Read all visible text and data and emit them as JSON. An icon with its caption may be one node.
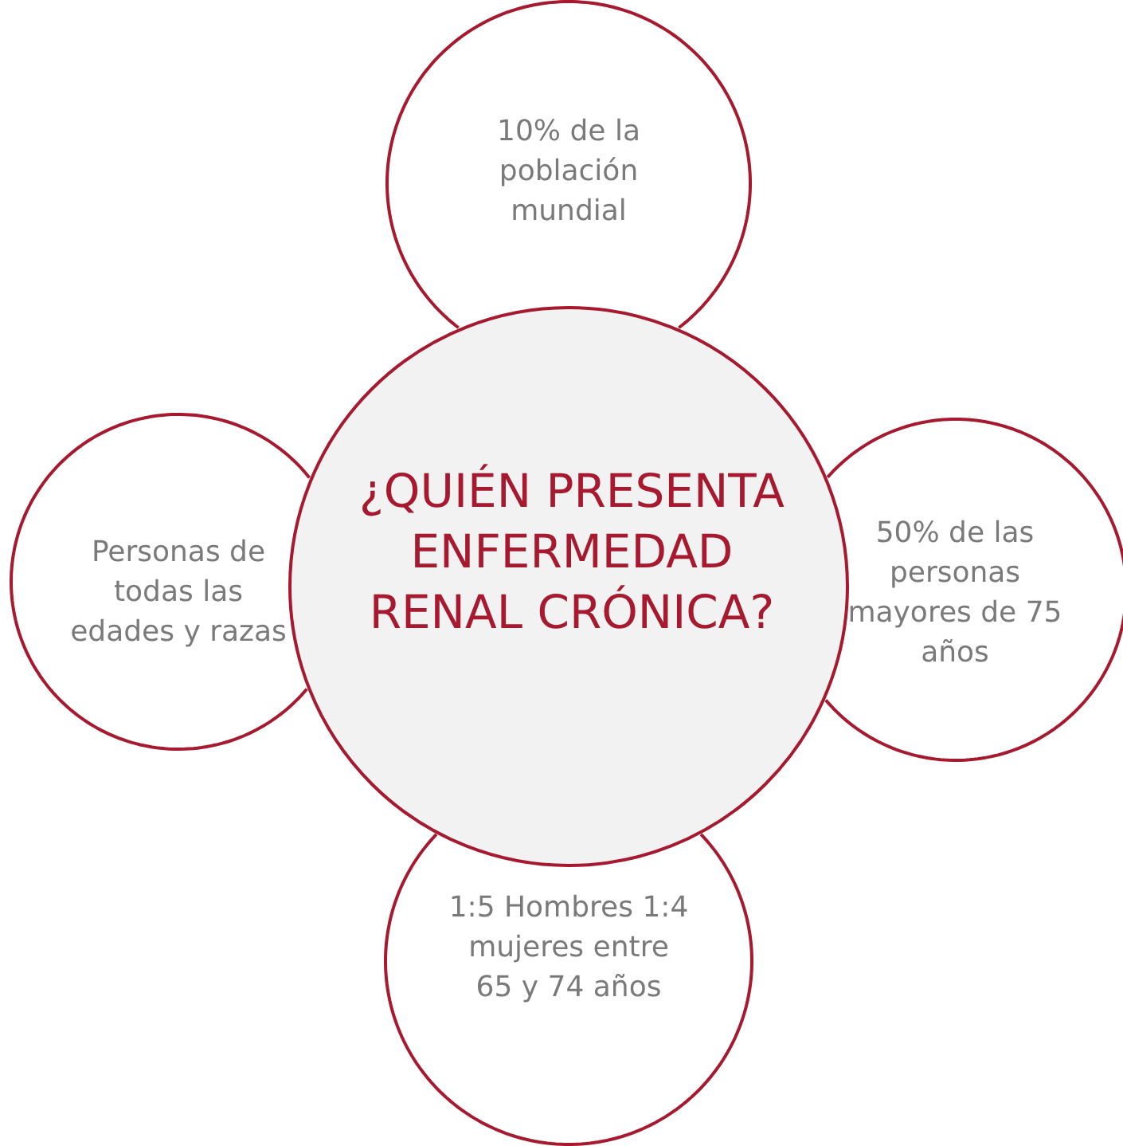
{
  "diagram": {
    "nodes": [
      {
        "text": [
          "10% de la población mundial"
        ]
      },
      {
        "text": [
          "Personas de todas las edades y razas"
        ]
      },
      {
        "text": [
          "¿QUIÉN PRESENTA ENFERMEDAD RENAL CRÓNICA?"
        ]
      },
      {
        "text": [
          "50% de las personas mayores de 75 años"
        ]
      },
      {
        "text": [
          "1:5 Hombres 1:4 mujeres entre 65 y 74 años"
        ]
      }
    ]
  }
}
